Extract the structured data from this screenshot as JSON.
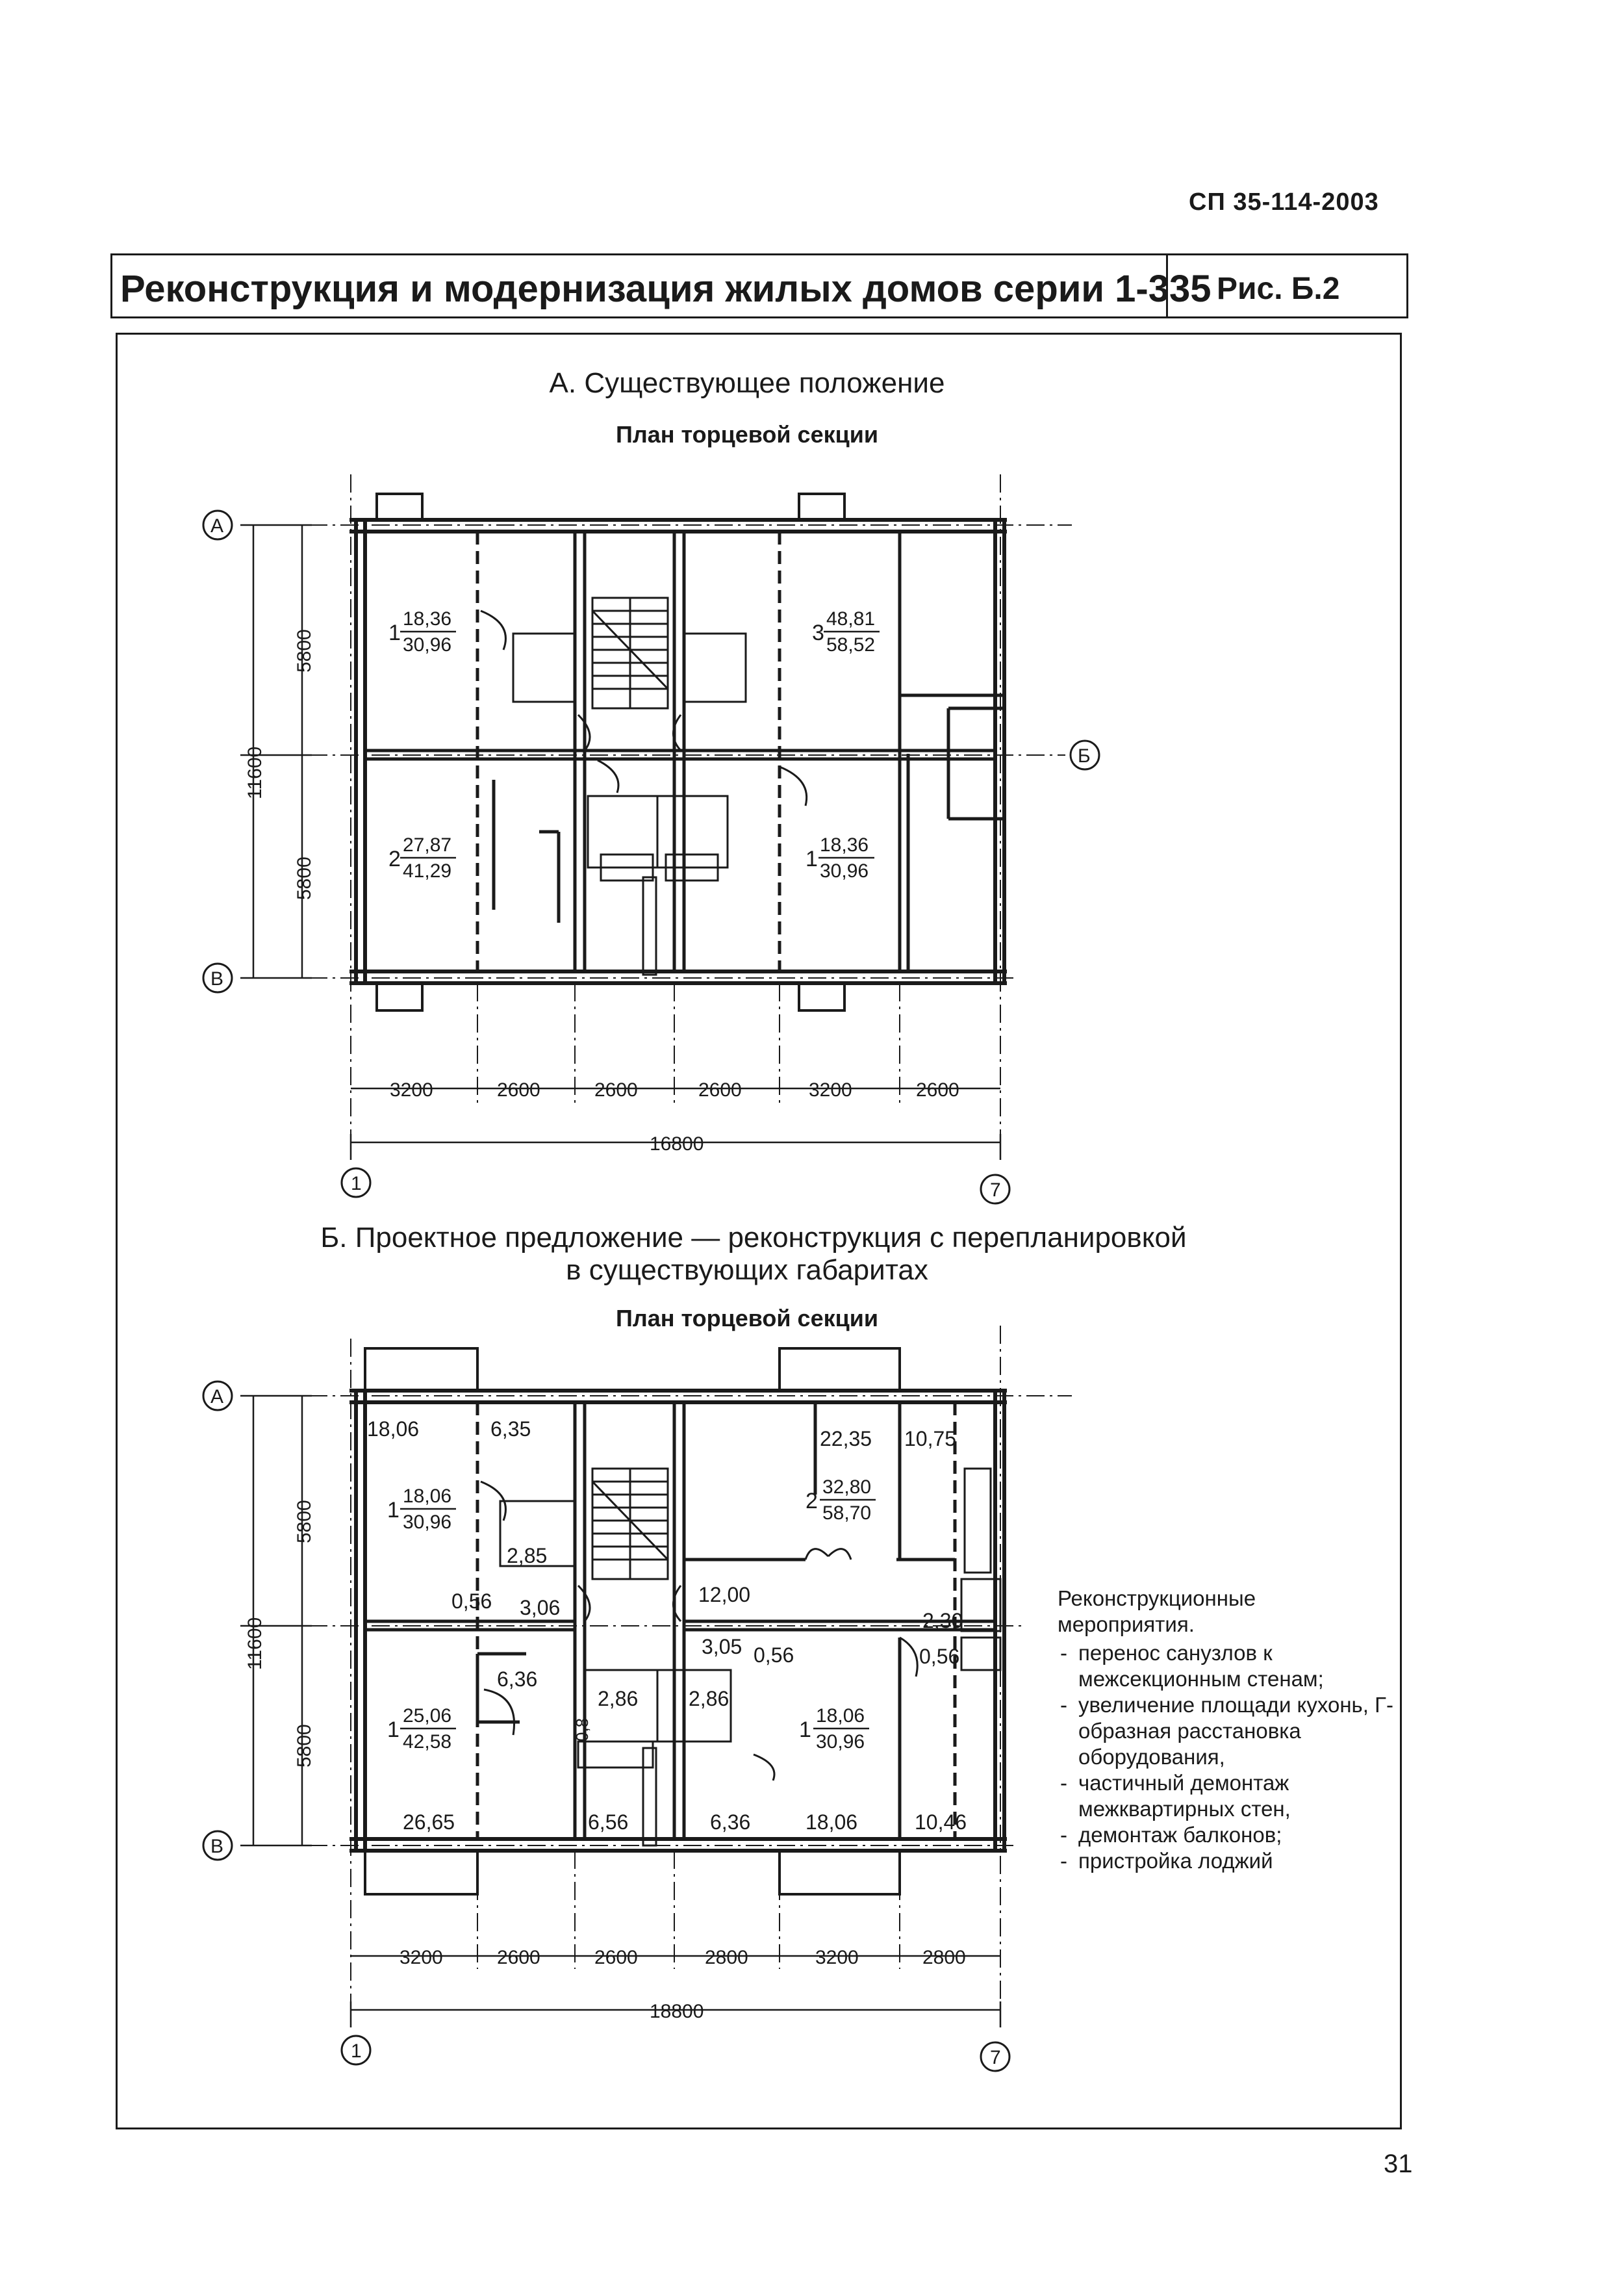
{
  "header": {
    "doc_code": "СП 35-114-2003",
    "title": "Реконструкция и модернизация жилых домов серии 1-335",
    "figure": "Рис. Б.2"
  },
  "section_a": {
    "heading": "А. Существующее положение",
    "plan_title": "План торцевой секции",
    "apartments": [
      {
        "n": "1",
        "num": "18,36",
        "den": "30,96"
      },
      {
        "n": "3",
        "num": "48,81",
        "den": "58,52"
      },
      {
        "n": "2",
        "num": "27,87",
        "den": "41,29"
      },
      {
        "n": "1",
        "num": "18,36",
        "den": "30,96"
      }
    ],
    "dims": {
      "v_half1": "5800",
      "v_half2": "5800",
      "v_total": "11600",
      "spans": [
        "3200",
        "2600",
        "2600",
        "2600",
        "3200",
        "2600"
      ],
      "total": "16800"
    },
    "axes": {
      "A": "А",
      "B": "В",
      "Bmid": "Б",
      "c1": "1",
      "c7": "7"
    }
  },
  "section_b": {
    "heading_line1": "Б. Проектное предложение — реконструкция с перепланировкой",
    "heading_line2": "в существующих габаритах",
    "plan_title": "План торцевой секции",
    "apartments": [
      {
        "n": "1",
        "num": "18,06",
        "den": "30,96"
      },
      {
        "n": "2",
        "num": "32,80",
        "den": "58,70"
      },
      {
        "n": "1",
        "num": "25,06",
        "den": "42,58"
      },
      {
        "n": "1",
        "num": "18,06",
        "den": "30,96"
      }
    ],
    "room_areas": [
      "18,06",
      "6,35",
      "22,35",
      "10,75",
      "2,85",
      "12,00",
      "0,56",
      "3,06",
      "2,30",
      "3,05",
      "0,56",
      "0,56",
      "6,36",
      "2,86",
      "2,86",
      "0,8",
      "26,65",
      "6,56",
      "6,36",
      "18,06",
      "10,46"
    ],
    "dims": {
      "v_half1": "5800",
      "v_half2": "5800",
      "v_total": "11600",
      "spans": [
        "3200",
        "2600",
        "2600",
        "2800",
        "3200",
        "2800"
      ],
      "total": "18800"
    },
    "axes": {
      "A": "А",
      "B": "В",
      "c1": "1",
      "c7": "7"
    }
  },
  "measures": {
    "title": "Реконструкционные мероприятия.",
    "items": [
      "перенос санузлов к межсекционным стенам;",
      "увеличение площади кухонь, Г-образная расстановка оборудования,",
      "частичный демонтаж межквартирных стен,",
      "демонтаж балконов;",
      "пристройка лоджий"
    ]
  },
  "page_number": "31"
}
